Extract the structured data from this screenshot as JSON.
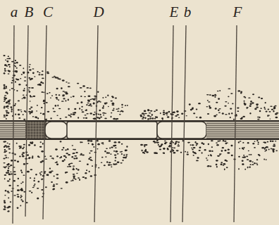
{
  "diagram": {
    "labels": [
      "a",
      "B",
      "C",
      "D",
      "E",
      "b",
      "F"
    ]
  }
}
